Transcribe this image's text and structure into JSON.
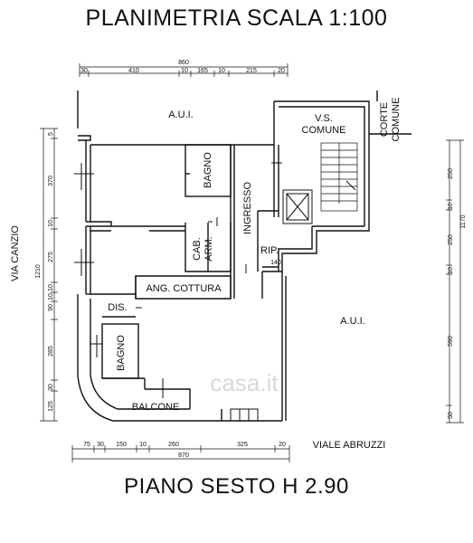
{
  "title": "PLANIMETRIA SCALA 1:100",
  "footer": "PIANO SESTO H 2.90",
  "rooms": {
    "aui_top": "A.U.I.",
    "aui_right": "A.U.I.",
    "vs_comune": "V.S.\nCOMUNE",
    "corte_comune": "CORTE\nCOMUNE",
    "bagno_1": "BAGNO",
    "bagno_2": "BAGNO",
    "ingresso": "INGRESSO",
    "cab_arm": "CAB.\nARM.",
    "rip": "RIP.",
    "ang_cottura": "ANG. COTTURA",
    "dis": "DIS.",
    "balcone": "BALCONE",
    "via_canzio": "VIA CANZIO",
    "viale_abruzzi": "VIALE ABRUZZI",
    "watermark": "casa.it"
  },
  "dimensions": {
    "top_total": "860",
    "top_segments": [
      "30",
      "410",
      "10",
      "165",
      "10",
      "215",
      "20"
    ],
    "bottom_segments": [
      "75",
      "30",
      "150",
      "10",
      "260",
      "325",
      "20"
    ],
    "bottom_total": "870",
    "left_segments": [
      "5",
      "370",
      "10",
      "275",
      "10",
      "10",
      "90",
      "285",
      "30",
      "125"
    ],
    "left_total": "1210",
    "right_segments": [
      "250",
      "10",
      "250",
      "10",
      "590",
      "50"
    ],
    "right_total": "1170",
    "rip_height": "140"
  }
}
